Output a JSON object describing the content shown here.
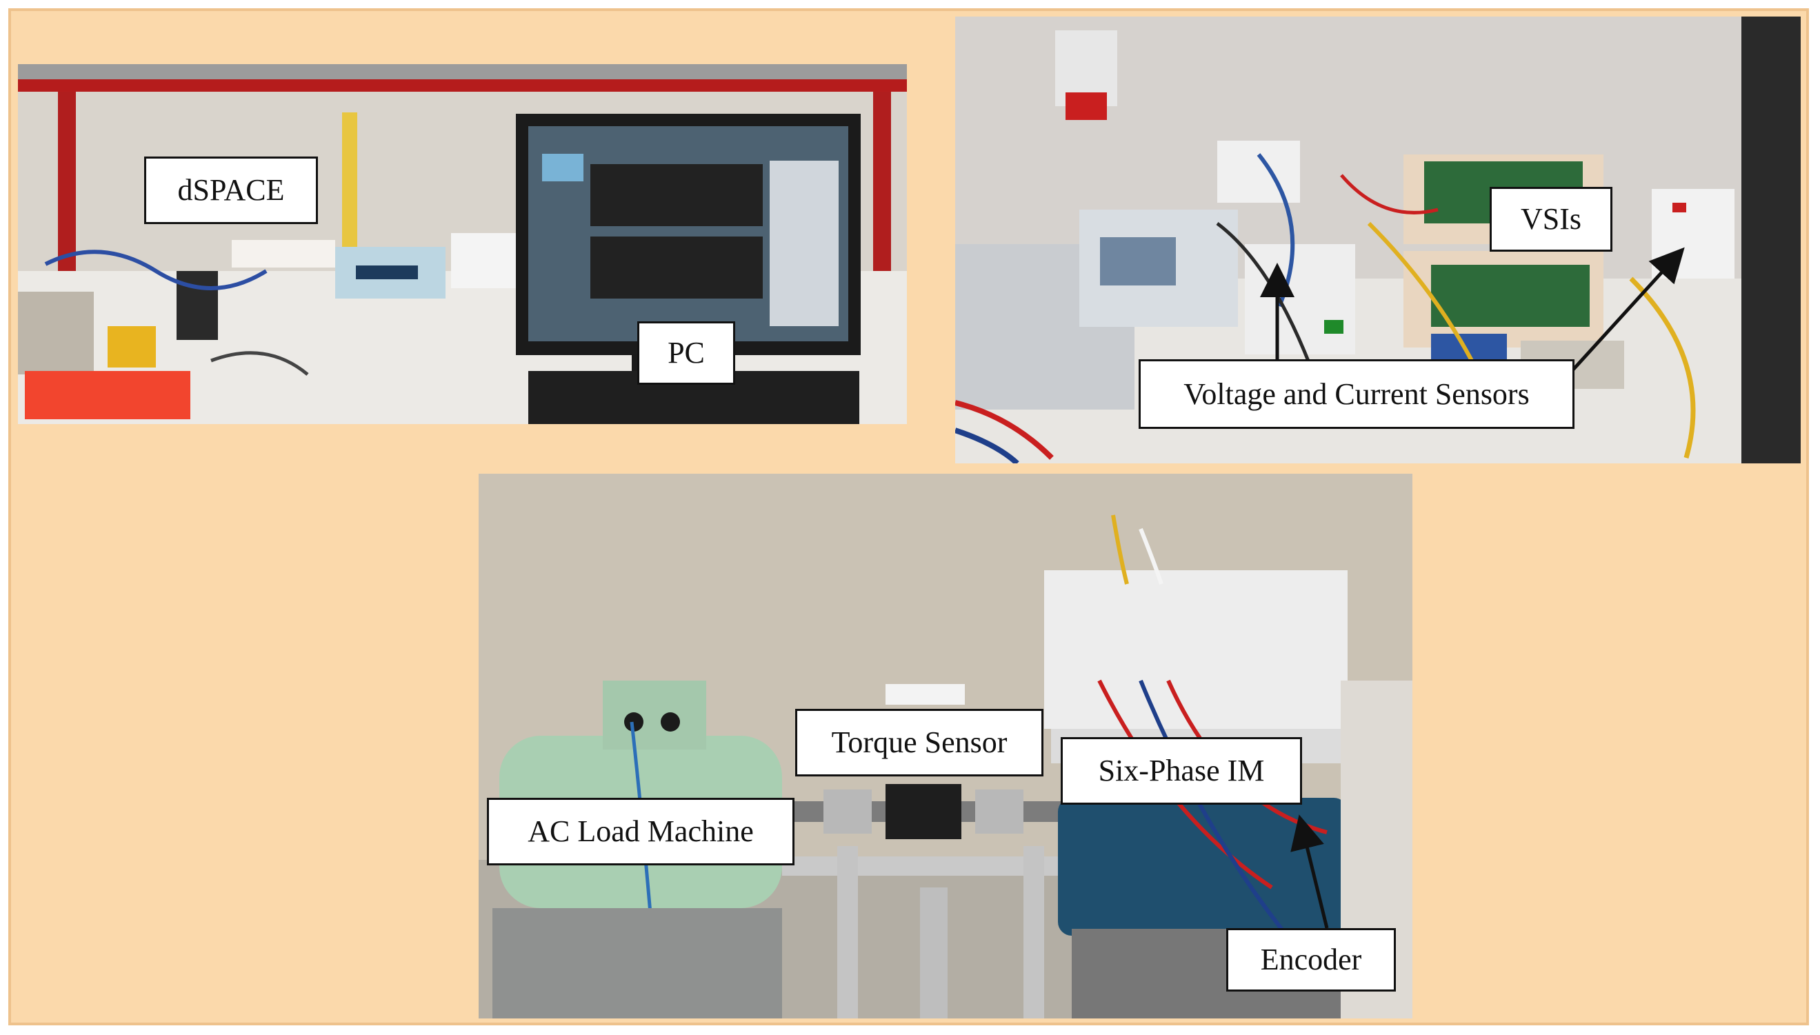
{
  "labels": {
    "dspace": "dSPACE",
    "pc": "PC",
    "vsis": "VSIs",
    "sensors": "Voltage and Current Sensors",
    "torque_sensor": "Torque Sensor",
    "six_phase_im": "Six-Phase IM",
    "ac_load_machine": "AC Load Machine",
    "encoder": "Encoder"
  },
  "colors": {
    "frame_background": "#fbd9ab",
    "frame_border": "#eec28c",
    "callout_background": "#ffffff",
    "callout_text": "#111111"
  }
}
